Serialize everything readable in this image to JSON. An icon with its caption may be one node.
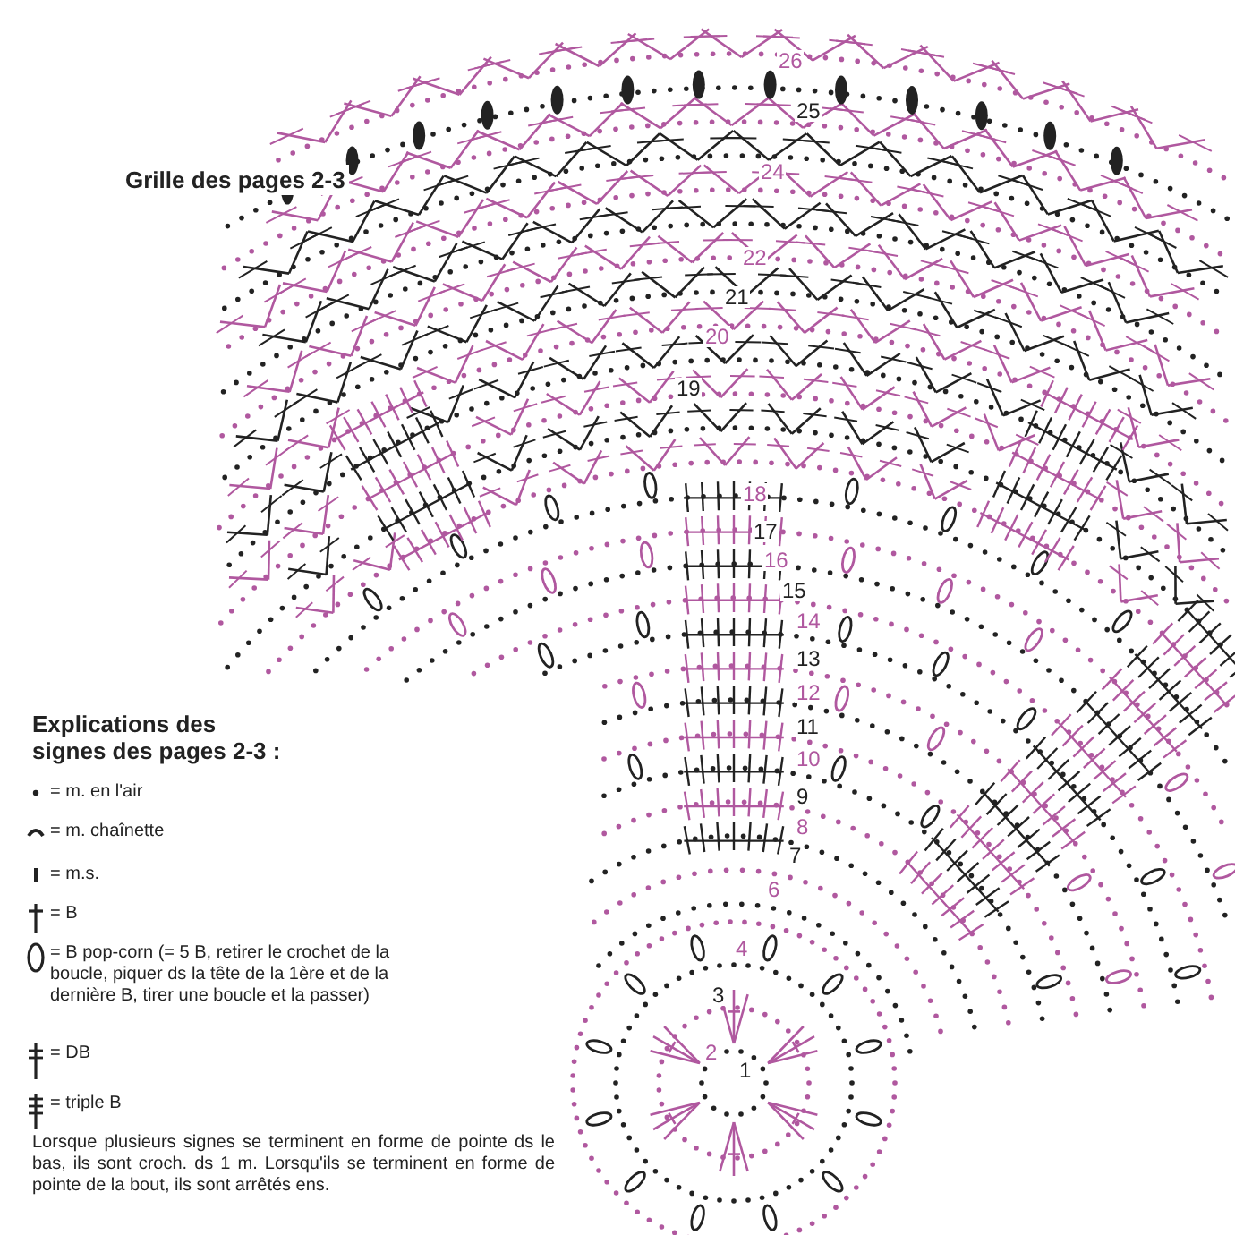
{
  "diagram": {
    "title": "Grille des pages 2-3",
    "labels": [
      "26",
      "25",
      "24",
      "22",
      "21",
      "20",
      "19",
      "18",
      "17",
      "16",
      "15",
      "14",
      "13",
      "12",
      "11",
      "10",
      "9",
      "8",
      "7",
      "6",
      "4",
      "3",
      "2",
      "1",
      "Explications des signes des pages 2-3 :",
      "Lorsque plusieurs signes se terminent en forme de pointe ds le bas, ils sont croch. ds 1 m. Lorsqu'ils se terminent en forme de pointe de la bout, ils sont arrêtés ens."
    ],
    "legend": [
      {
        "text": "= m. en l'air"
      },
      {
        "text": "= m. chaînette"
      },
      {
        "text": "= m.s."
      },
      {
        "text": "= B"
      },
      {
        "text": "= B pop-corn (= 5 B, retirer le crochet de la boucle, piquer ds la tête de la 1ère et de la dernière B, tirer une boucle et la passer)"
      },
      {
        "text": "= DB"
      },
      {
        "text": "= triple B"
      }
    ]
  }
}
